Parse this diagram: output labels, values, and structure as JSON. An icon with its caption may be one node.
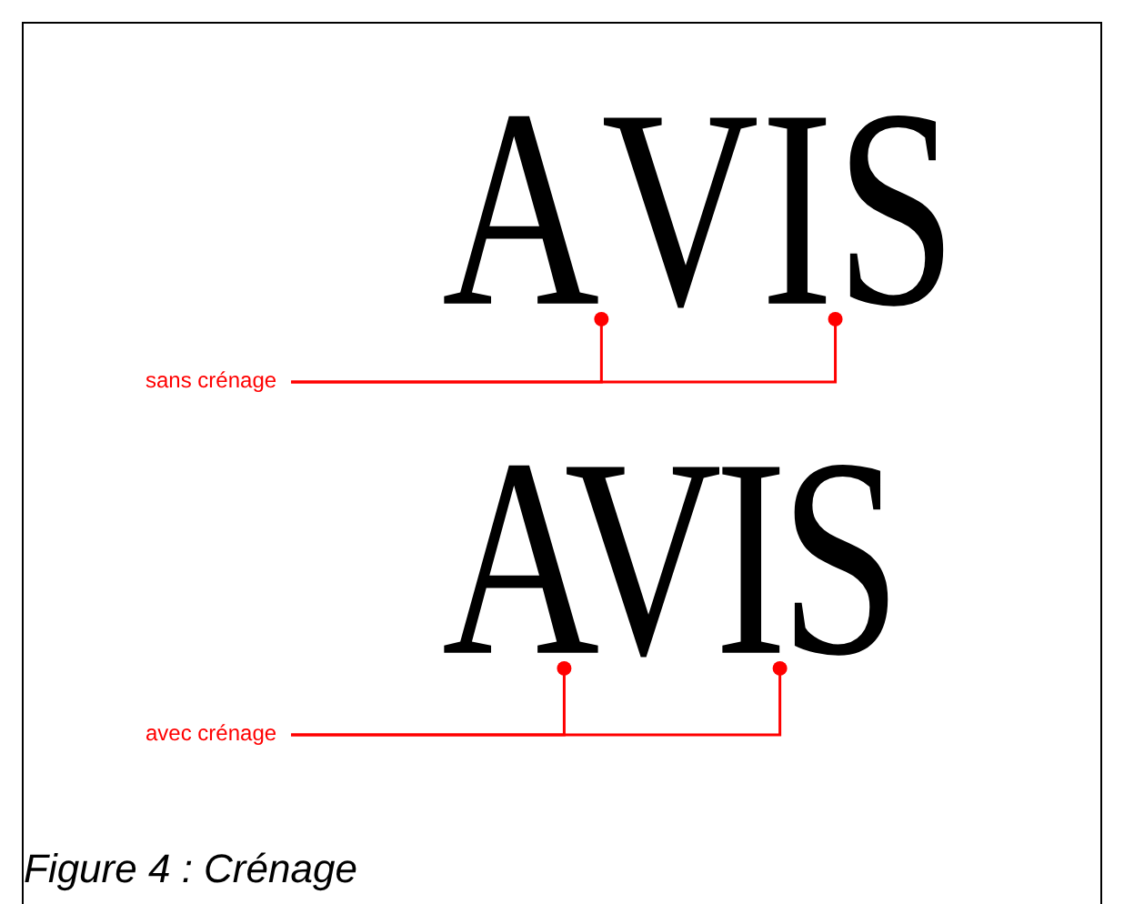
{
  "diagram": {
    "caption": "Figure 4 : Crénage",
    "nodes": [
      {
        "text": [
          "AVIS"
        ]
      },
      {
        "text": [
          "sans crénage"
        ]
      },
      {
        "text": [
          "AVIS"
        ]
      },
      {
        "text": [
          "avec crénage"
        ]
      }
    ],
    "edges": [
      {
        "from": 1,
        "to": 0,
        "arrow": "other"
      },
      {
        "from": 1,
        "to": 0,
        "arrow": "other"
      },
      {
        "from": 3,
        "to": 2,
        "arrow": "other"
      },
      {
        "from": 3,
        "to": 2,
        "arrow": "other"
      }
    ]
  }
}
